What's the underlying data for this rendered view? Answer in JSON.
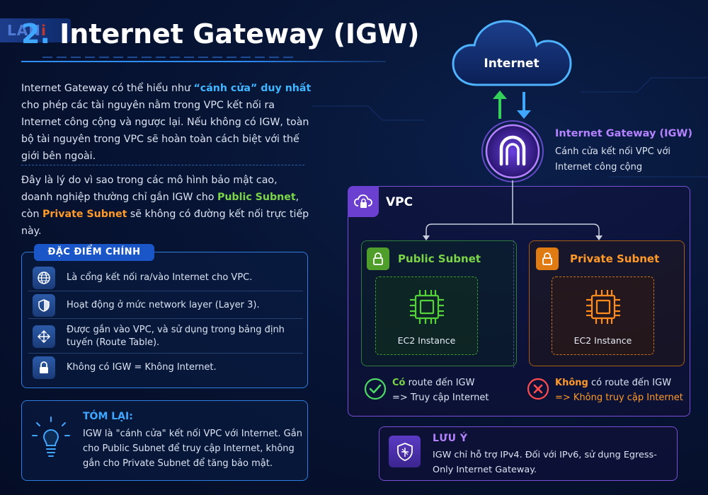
{
  "logo": {
    "text_main": "LAN",
    "text_accent": "i"
  },
  "header": {
    "number": "2.",
    "title": "Internet Gateway (IGW)"
  },
  "intro": {
    "p1_before": "Internet Gateway có thể hiểu như ",
    "p1_highlight": "“cánh cửa” duy nhất",
    "p1_after": " cho phép các tài nguyên nằm trong VPC kết nối ra Internet công cộng và ngược lại. Nếu không có IGW, toàn bộ tài nguyên trong VPC sẽ hoàn toàn cách biệt với thế giới bên ngoài.",
    "p2_before": "Đây là lý do vì sao trong các mô hình bảo mật cao, doanh nghiệp thường chỉ gắn IGW cho ",
    "p2_public": "Public Subnet",
    "p2_mid": ", còn ",
    "p2_private": "Private Subnet",
    "p2_after": " sẽ không có đường kết nối trực tiếp này."
  },
  "features": {
    "tag": "ĐẶC ĐIỂM CHÍNH",
    "items": [
      {
        "icon": "globe-icon",
        "text": "Là cổng kết nối ra/vào Internet cho VPC."
      },
      {
        "icon": "shield-icon",
        "text": "Hoạt động ở mức network layer (Layer 3)."
      },
      {
        "icon": "move-arrows-icon",
        "text": "Được gắn vào VPC, và sử dụng trong bảng định tuyến (Route Table)."
      },
      {
        "icon": "lock-icon",
        "text": "Không có IGW = Không Internet."
      }
    ]
  },
  "summary": {
    "title": "TÓM LẠI:",
    "text": "IGW là \"cánh cửa\" kết nối VPC với Internet. Gắn cho Public Subnet để truy cập Internet, không gắn cho Private Subnet để tăng bảo mật."
  },
  "diagram": {
    "internet_label": "Internet",
    "igw_title": "Internet Gateway (IGW)",
    "igw_sub": "Cánh cửa kết nối VPC với Internet công cộng",
    "vpc_label": "VPC",
    "public_subnet": {
      "title": "Public Subnet",
      "instance": "EC2 Instance",
      "route_highlight": "Có",
      "route_rest": " route đến IGW",
      "access": "=> Truy cập Internet"
    },
    "private_subnet": {
      "title": "Private Subnet",
      "instance": "EC2 Instance",
      "route_highlight": "Không",
      "route_rest": " có route đến IGW",
      "access": "=> Không truy cập Internet"
    }
  },
  "note": {
    "title": "LƯU Ý",
    "text": "IGW chỉ hỗ trợ IPv4. Đối với IPv6, sử dụng Egress-Only Internet Gateway."
  },
  "colors": {
    "accent_blue": "#3fa7ff",
    "public_green": "#7bd548",
    "private_orange": "#ff9a2a",
    "purple": "#b583ff",
    "error_red": "#ff4d4d"
  }
}
